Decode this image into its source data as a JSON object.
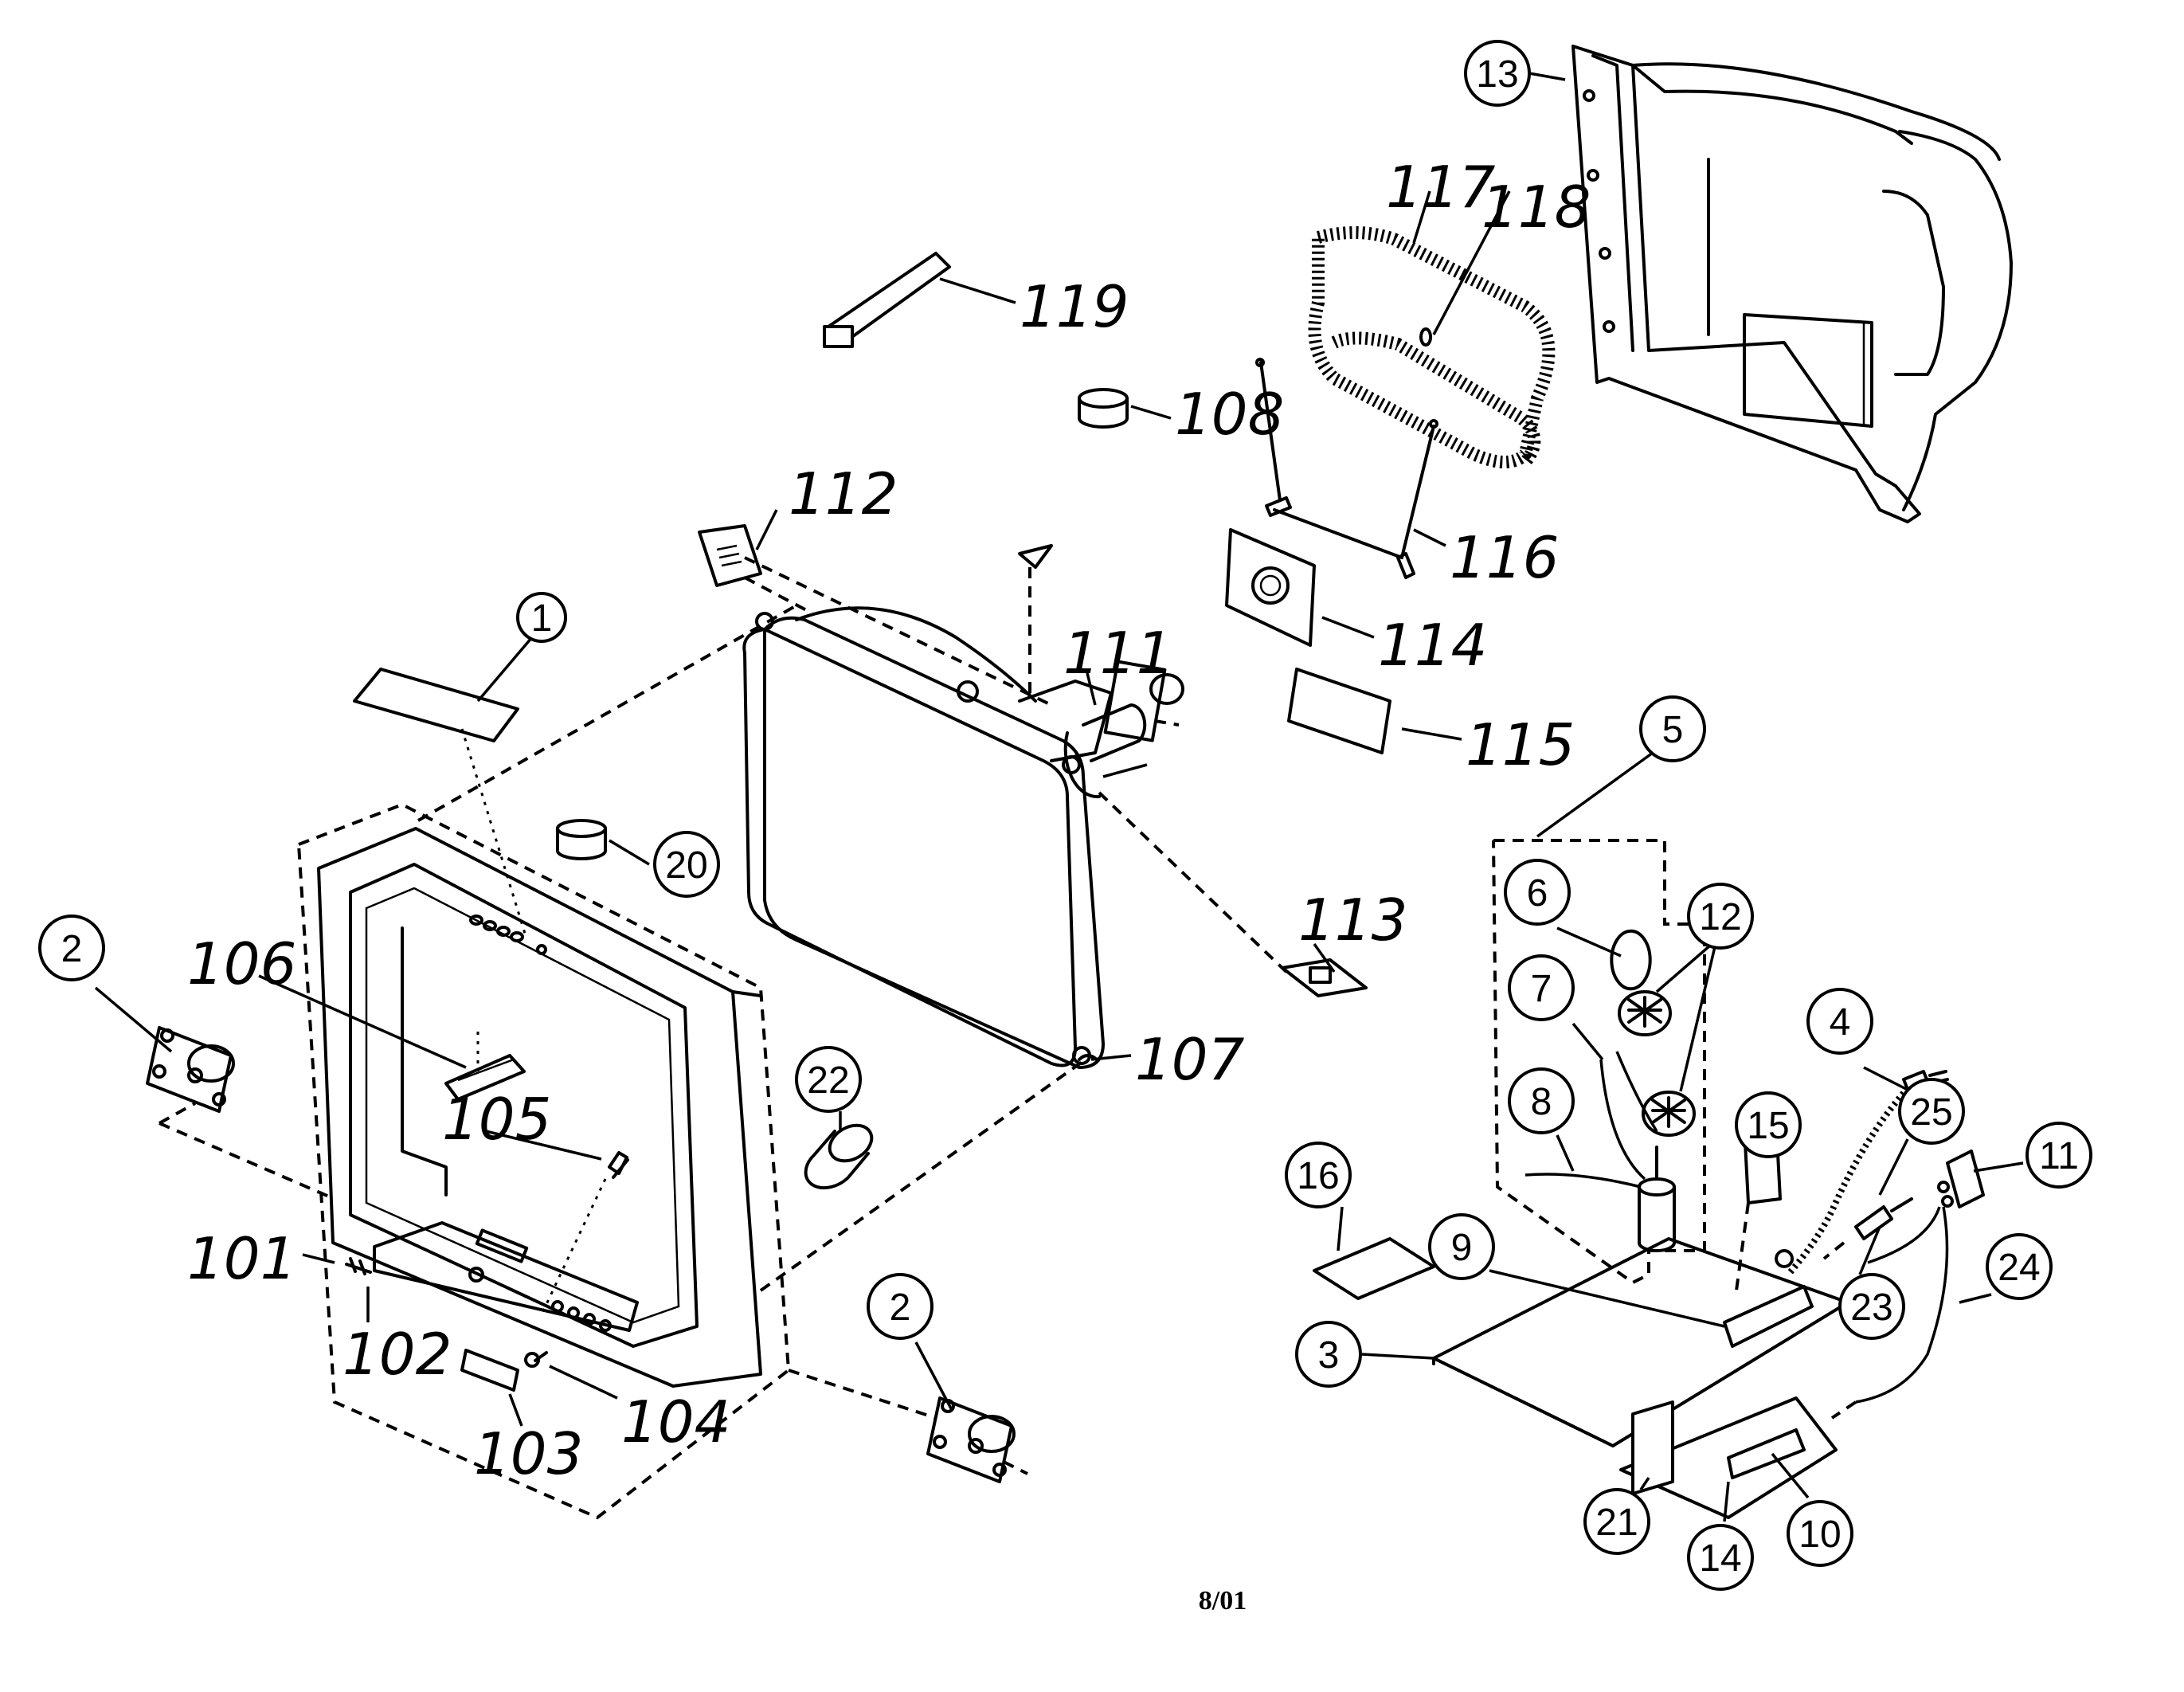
{
  "title": "",
  "footer": {
    "date": "8/01"
  },
  "callouts_circled": [
    {
      "id": "c1",
      "label": "1"
    },
    {
      "id": "c2a",
      "label": "2"
    },
    {
      "id": "c2b",
      "label": "2"
    },
    {
      "id": "c3",
      "label": "3"
    },
    {
      "id": "c4",
      "label": "4"
    },
    {
      "id": "c5",
      "label": "5"
    },
    {
      "id": "c6",
      "label": "6"
    },
    {
      "id": "c7",
      "label": "7"
    },
    {
      "id": "c8",
      "label": "8"
    },
    {
      "id": "c9",
      "label": "9"
    },
    {
      "id": "c10",
      "label": "10"
    },
    {
      "id": "c11",
      "label": "11"
    },
    {
      "id": "c12",
      "label": "12"
    },
    {
      "id": "c13",
      "label": "13"
    },
    {
      "id": "c14",
      "label": "14"
    },
    {
      "id": "c15",
      "label": "15"
    },
    {
      "id": "c16",
      "label": "16"
    },
    {
      "id": "c20",
      "label": "20"
    },
    {
      "id": "c21",
      "label": "21"
    },
    {
      "id": "c22",
      "label": "22"
    },
    {
      "id": "c23",
      "label": "23"
    },
    {
      "id": "c24",
      "label": "24"
    },
    {
      "id": "c25",
      "label": "25"
    }
  ],
  "callouts_handwritten": [
    {
      "id": "h101",
      "label": "101"
    },
    {
      "id": "h102",
      "label": "102"
    },
    {
      "id": "h103",
      "label": "103"
    },
    {
      "id": "h104",
      "label": "104"
    },
    {
      "id": "h105",
      "label": "105"
    },
    {
      "id": "h106",
      "label": "106"
    },
    {
      "id": "h107",
      "label": "107"
    },
    {
      "id": "h108",
      "label": "108"
    },
    {
      "id": "h111",
      "label": "111"
    },
    {
      "id": "h112",
      "label": "112"
    },
    {
      "id": "h113",
      "label": "113"
    },
    {
      "id": "h114",
      "label": "114"
    },
    {
      "id": "h115",
      "label": "115"
    },
    {
      "id": "h116",
      "label": "116"
    },
    {
      "id": "h117",
      "label": "117"
    },
    {
      "id": "h118",
      "label": "118"
    },
    {
      "id": "h119",
      "label": "119"
    }
  ]
}
